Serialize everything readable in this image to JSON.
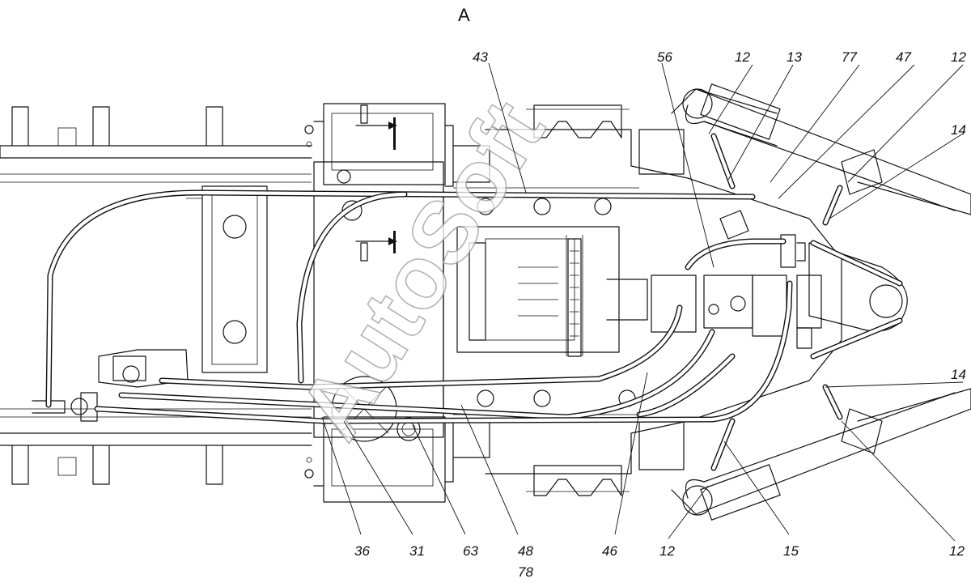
{
  "view_label": "A",
  "watermark": "AutoSoft",
  "callouts": [
    {
      "id": "c43",
      "text": "43"
    },
    {
      "id": "c56",
      "text": "56"
    },
    {
      "id": "c12a",
      "text": "12"
    },
    {
      "id": "c13",
      "text": "13"
    },
    {
      "id": "c77",
      "text": "77"
    },
    {
      "id": "c47",
      "text": "47"
    },
    {
      "id": "c12b",
      "text": "12"
    },
    {
      "id": "c14a",
      "text": "14"
    },
    {
      "id": "c14b",
      "text": "14"
    },
    {
      "id": "c36",
      "text": "36"
    },
    {
      "id": "c31",
      "text": "31"
    },
    {
      "id": "c63",
      "text": "63"
    },
    {
      "id": "c48",
      "text": "48"
    },
    {
      "id": "c78",
      "text": "78"
    },
    {
      "id": "c46",
      "text": "46"
    },
    {
      "id": "c12c",
      "text": "12"
    },
    {
      "id": "c15",
      "text": "15"
    },
    {
      "id": "c12d",
      "text": "12"
    }
  ]
}
